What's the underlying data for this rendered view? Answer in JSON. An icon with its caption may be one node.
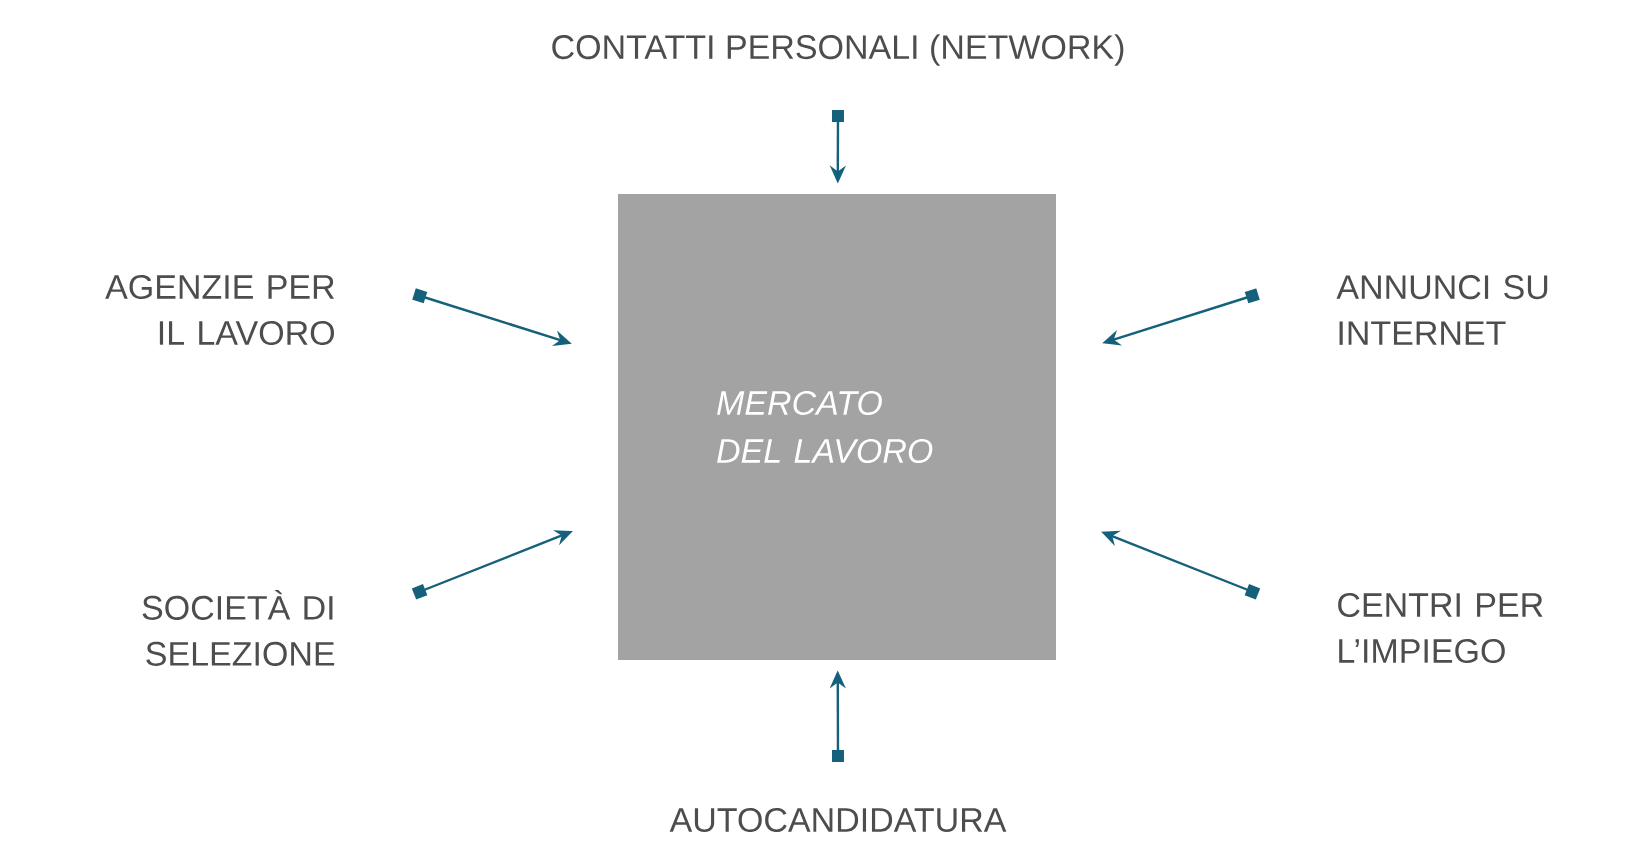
{
  "diagram": {
    "nodes": [
      {
        "text": [
          "MERCATO DEL LAVORO"
        ]
      },
      {
        "text": [
          "CONTATTI PERSONALI (NETWORK)"
        ]
      },
      {
        "text": [
          "AGENZIE PER IL LAVORO"
        ]
      },
      {
        "text": [
          "ANNUNCI SU INTERNET"
        ]
      },
      {
        "text": [
          "SOCIETÀ DI SELEZIONE"
        ]
      },
      {
        "text": [
          "CENTRI PER L’IMPIEGO"
        ]
      },
      {
        "text": [
          "AUTOCANDIDATURA"
        ]
      }
    ],
    "edges": [
      {
        "from": 1,
        "to": 0,
        "arrow": "to"
      },
      {
        "from": 2,
        "to": 0,
        "arrow": "to"
      },
      {
        "from": 3,
        "to": 0,
        "arrow": "to"
      },
      {
        "from": 4,
        "to": 0,
        "arrow": "to"
      },
      {
        "from": 5,
        "to": 0,
        "arrow": "to"
      },
      {
        "from": 6,
        "to": 0,
        "arrow": "to"
      }
    ]
  }
}
